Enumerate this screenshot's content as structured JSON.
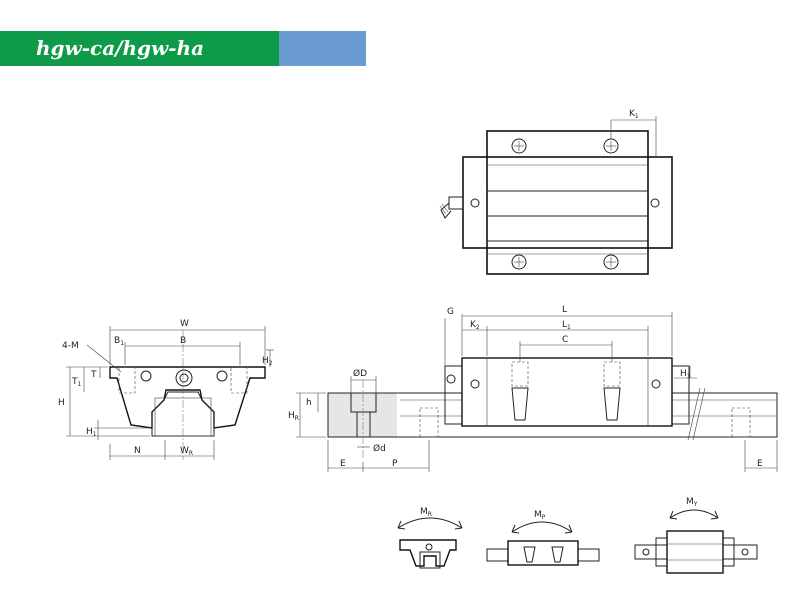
{
  "header": {
    "title": "hgw-ca/hgw-ha",
    "green_color": "#0f9a4a",
    "blue_color": "#6b9bd3"
  },
  "labels": {
    "k1": "K1",
    "w": "W",
    "b": "B",
    "b1": "B1",
    "four_m": "4-M",
    "h": "H",
    "h1": "H1",
    "h2": "H2",
    "t": "T",
    "t1": "T1",
    "n": "N",
    "wr": "WR",
    "g": "G",
    "l": "L",
    "k2": "K2",
    "l1": "L1",
    "c": "C",
    "h3": "H3",
    "phi_d_big": "ØD",
    "phi_d_small": "Ød",
    "h_small": "h",
    "hr": "HR",
    "e": "E",
    "p": "P",
    "e_right": "E",
    "mr": "MR",
    "mp": "MP",
    "my": "MY"
  }
}
